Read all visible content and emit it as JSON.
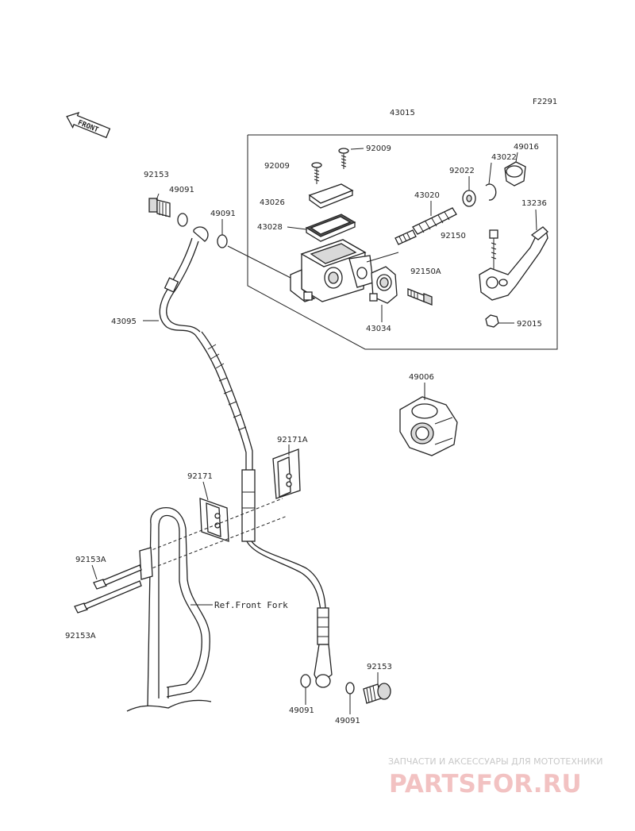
{
  "figure_code": "F2291",
  "assembly_number": "43015",
  "front_label": "FRONT",
  "ref_label": "Ref.Front Fork",
  "parts": {
    "p92153_top": "92153",
    "p49091_top": "49091",
    "p49091_mid": "49091",
    "p92009_a": "92009",
    "p92009_b": "92009",
    "p43026": "43026",
    "p43028": "43028",
    "p43020": "43020",
    "p92150": "92150",
    "p92150a": "92150A",
    "p43034": "43034",
    "p92022": "92022",
    "p43022": "43022",
    "p49016": "49016",
    "p13236": "13236",
    "p92015": "92015",
    "p43095": "43095",
    "p49006": "49006",
    "p92171a": "92171A",
    "p92171": "92171",
    "p92153a_top": "92153A",
    "p92153a_bot": "92153A",
    "p92153_bot": "92153",
    "p49091_bot_left": "49091",
    "p49091_bot_right": "49091"
  },
  "watermark": {
    "tagline": "ЗАПЧАСТИ И АКСЕССУАРЫ ДЛЯ МОТОТЕХНИКИ",
    "brand": "PARTSFOR.RU"
  }
}
